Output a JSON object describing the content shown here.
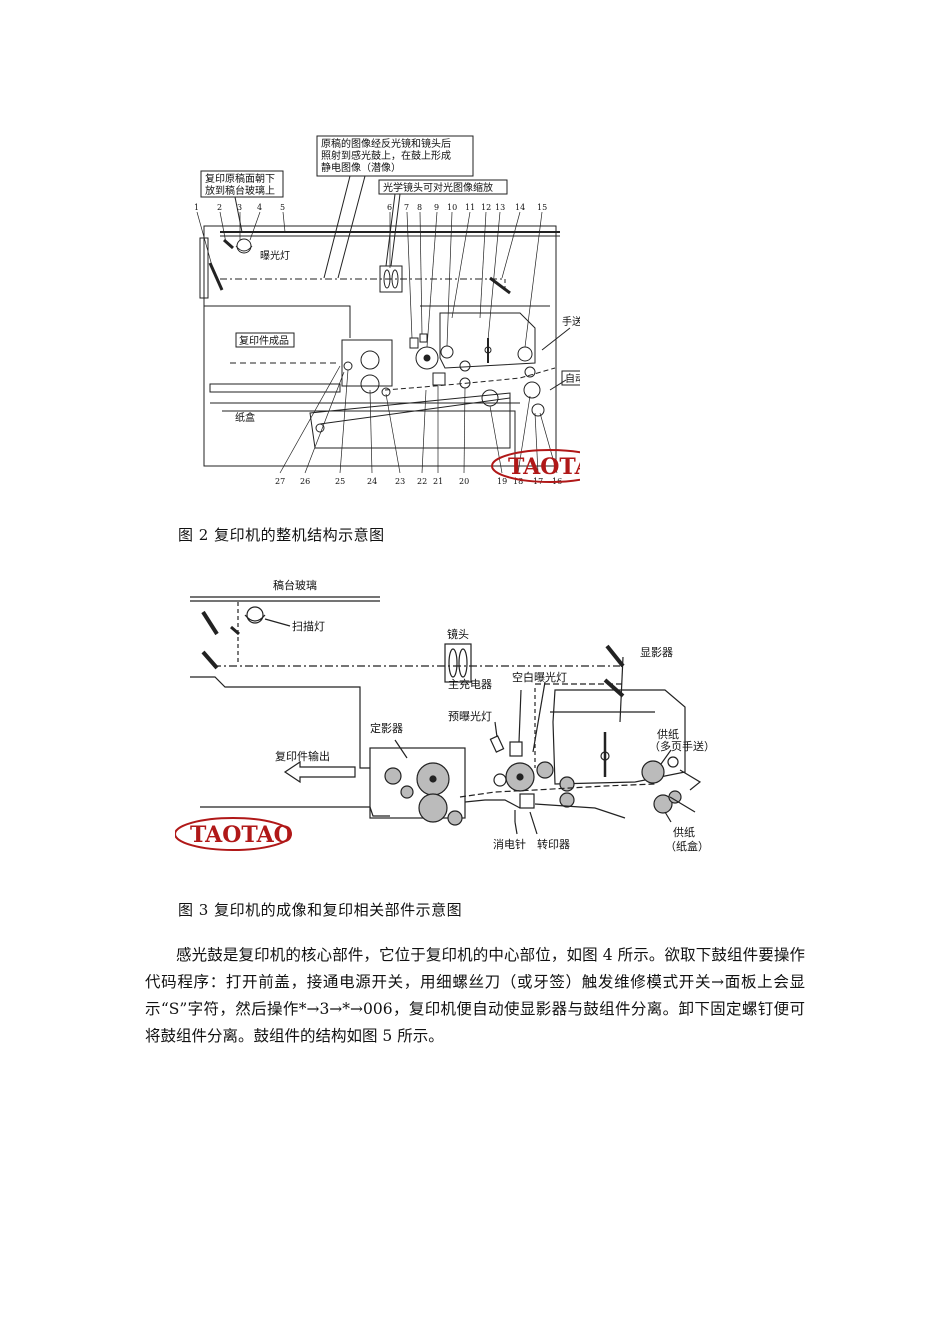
{
  "figure2": {
    "caption": "图 2 复印机的整机结构示意图",
    "callouts": {
      "original_face_down": [
        "复印原稿面朝下",
        "放到稿台玻璃上"
      ],
      "image_path": [
        "原稿的图像经反光镜和镜头后",
        "照射到感光鼓上，在鼓上形成",
        "静电图像（潜像）"
      ],
      "lens_zoom": "光学镜头可对光图像缩放"
    },
    "labels": {
      "exposure_lamp": "曝光灯",
      "copy_output": "复印件成品",
      "manual_feed": "手送纸",
      "auto_feed": "自动输纸",
      "paper_tray": "纸盒"
    },
    "top_numbers": [
      "1",
      "2",
      "3",
      "4",
      "5",
      "6",
      "7",
      "8",
      "9",
      "10",
      "11",
      "12",
      "13",
      "14",
      "15"
    ],
    "bottom_numbers": [
      "27",
      "26",
      "25",
      "24",
      "23",
      "22",
      "21",
      "20",
      "19",
      "18",
      "17",
      "16"
    ],
    "watermark": "TAOTAO"
  },
  "figure3": {
    "caption": "图 3 复印机的成像和复印相关部件示意图",
    "labels": {
      "platen_glass": "稿台玻璃",
      "scan_lamp": "扫描灯",
      "lens": "镜头",
      "developer": "显影器",
      "blank_lamp": "空白曝光灯",
      "main_charger": "主充电器",
      "pre_exposure_lamp": "预曝光灯",
      "fuser": "定影器",
      "copy_out": "复印件输出",
      "paper_feed_multi": [
        "供纸",
        "（多页手送）"
      ],
      "paper_feed_tray": [
        "供纸",
        "（纸盒）"
      ],
      "discharge_needle": "消电针",
      "transfer": "转印器"
    },
    "watermark": "TAOTAO"
  },
  "paragraph": "感光鼓是复印机的核心部件，它位于复印机的中心部位，如图 4 所示。欲取下鼓组件要操作代码程序：打开前盖，接通电源开关，用细螺丝刀（或牙签）触发维修模式开关→面板上会显示“S”字符，然后操作*→3→*→006，复印机便自动使显影器与鼓组件分离。卸下固定螺钉便可将鼓组件分离。鼓组件的结构如图 5 所示。"
}
